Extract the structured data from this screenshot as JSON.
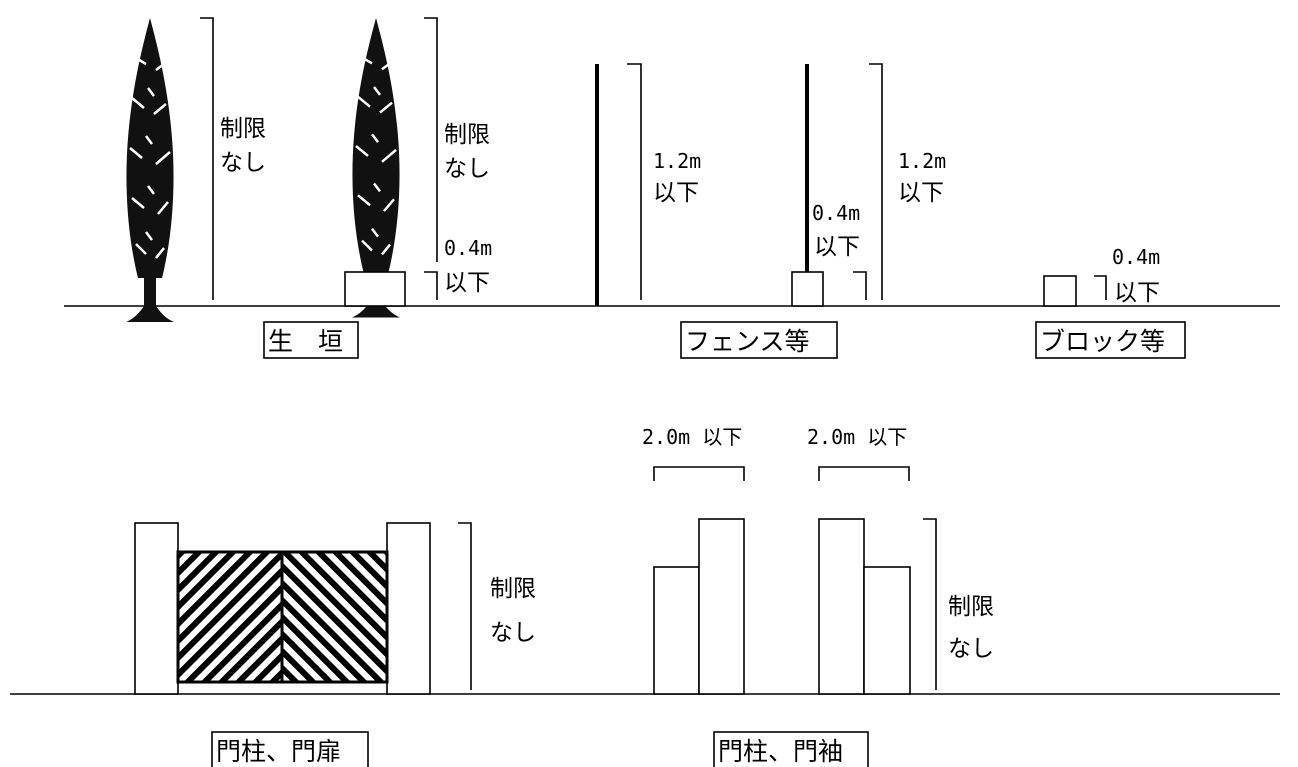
{
  "no_limit": [
    "制限",
    "なし"
  ],
  "sections": {
    "hedge": {
      "caption": "生　垣"
    },
    "fence": {
      "caption": "フェンス等"
    },
    "block": {
      "caption": "ブロック等"
    },
    "gate_door": {
      "caption": "門柱、門扉"
    },
    "gate_sleeve": {
      "caption": "門柱、門袖"
    }
  },
  "limits": {
    "base_04m": [
      "0.4m",
      "以下"
    ],
    "fence_12m": [
      "1.2m",
      "以下"
    ],
    "sleeve_width": "2.0m 以下"
  },
  "icons": [
    "tree-icon",
    "gate-door-hatch"
  ]
}
